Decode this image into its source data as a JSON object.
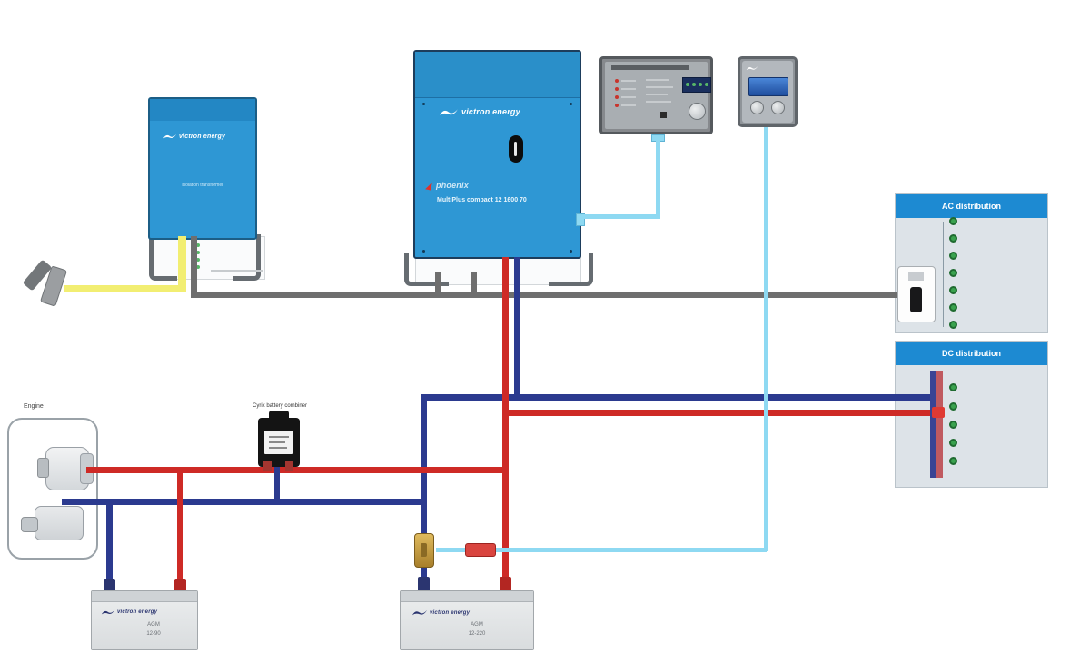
{
  "brand": "victron energy",
  "colors": {
    "victron_blue": "#2e97d4",
    "panel_header_blue": "#1d8ad2",
    "wire_red": "#ce2a26",
    "wire_navy": "#2b3a8f",
    "wire_lightblue": "#8ed9f2",
    "wire_yellow": "#f2ee72",
    "wire_gray": "#6e6e6e",
    "terminal_green": "#3aa24e"
  },
  "devices": {
    "isolation_transformer": {
      "label": "Isolation transformer"
    },
    "multiplus": {
      "series": "phoenix",
      "model": "MultiPlus compact 12 1600 70"
    }
  },
  "labels": {
    "engine": "Engine",
    "cyrix": "Cyrix battery combiner",
    "ac_distribution": "AC distribution",
    "dc_distribution": "DC distribution"
  },
  "batteries": {
    "starter": {
      "type": "AGM",
      "model": "12-90"
    },
    "house": {
      "type": "AGM",
      "model": "12-220"
    }
  }
}
